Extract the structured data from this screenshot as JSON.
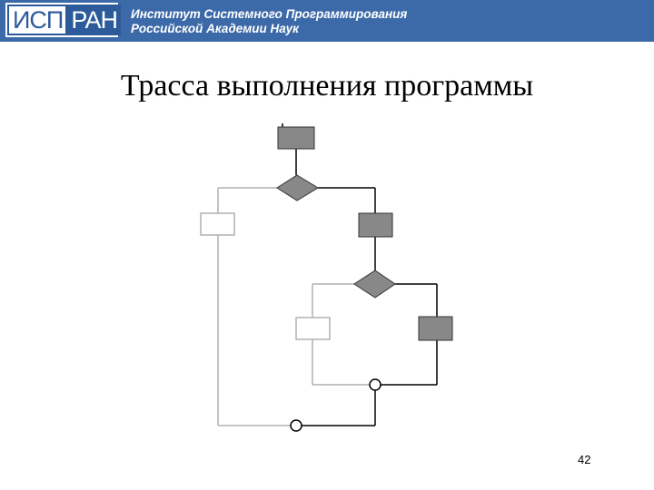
{
  "header": {
    "logo_left": "ИСП",
    "logo_right": "РАН",
    "institute_line1": "Институт Системного Программирования",
    "institute_line2": "Российской Академии Наук"
  },
  "slide": {
    "title": "Трасса выполнения программы",
    "page_number": "42"
  },
  "colors": {
    "header_bg": "#3c6aa8",
    "executed_block_fill": "#888888",
    "trace_line": "#000000",
    "unexecuted_line": "#b0b0b0"
  }
}
